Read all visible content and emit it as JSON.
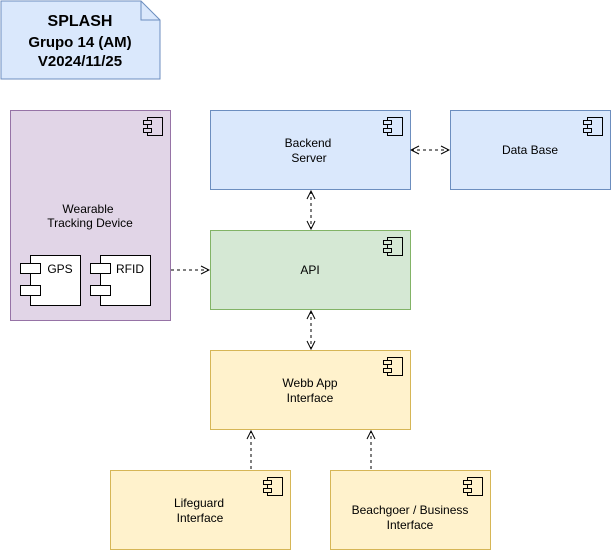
{
  "note": {
    "title": "SPLASH",
    "line2": "Grupo 14 (AM)",
    "line3": "V2024/11/25"
  },
  "components": {
    "wearable": {
      "line1": "Wearable",
      "line2": "Tracking Device"
    },
    "gps": {
      "label": "GPS"
    },
    "rfid": {
      "label": "RFID"
    },
    "backend": {
      "line1": "Backend",
      "line2": "Server"
    },
    "database": {
      "label": "Data Base"
    },
    "api": {
      "label": "API"
    },
    "webapp": {
      "line1": "Webb App",
      "line2": "Interface"
    },
    "lifeguard": {
      "line1": "Lifeguard",
      "line2": "Interface"
    },
    "beachgoer": {
      "line1": "Beachgoer / Business",
      "line2": "Interface"
    }
  },
  "colors": {
    "note_fill": "#dae8fc",
    "note_stroke": "#6c8ebf",
    "purple_fill": "#e1d5e7",
    "purple_stroke": "#9673a6",
    "blue_fill": "#dae8fc",
    "blue_stroke": "#6c8ebf",
    "green_fill": "#d5e8d4",
    "green_stroke": "#82b366",
    "yellow_fill": "#fff2cc",
    "yellow_stroke": "#d6b656"
  },
  "icons": [
    "component-icon"
  ]
}
